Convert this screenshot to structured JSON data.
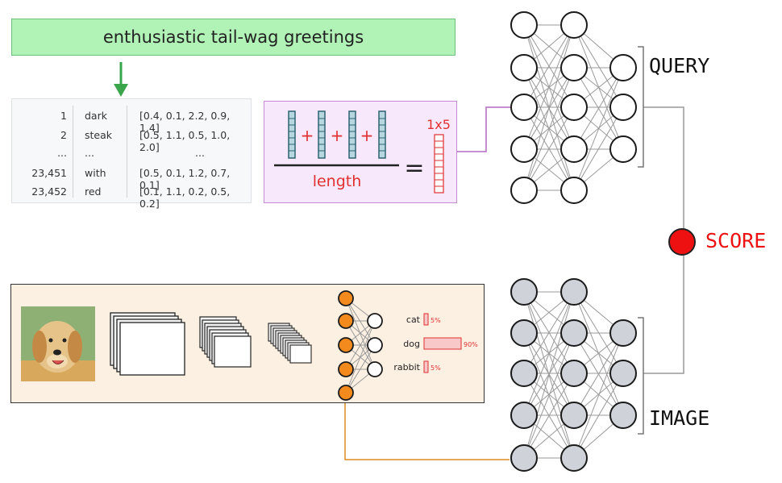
{
  "query": {
    "text": "enthusiastic tail-wag greetings"
  },
  "embedding_table": {
    "rows": [
      {
        "index": "1",
        "token": "dark",
        "vector": "[0.4, 0.1, 2.2, 0.9, 1.4]"
      },
      {
        "index": "2",
        "token": "steak",
        "vector": "[0.5, 1.1, 0.5, 1.0, 2.0]"
      },
      {
        "index": "...",
        "token": "...",
        "vector": "..."
      },
      {
        "index": "23,451",
        "token": "with",
        "vector": "[0.5, 0.1, 1.2, 0.7, 0.1]"
      },
      {
        "index": "23,452",
        "token": "red",
        "vector": "[0.1, 1.1, 0.2, 0.5, 0.2]"
      }
    ]
  },
  "pooling": {
    "plus": "+",
    "denominator": "length",
    "equals": "=",
    "result_shape": "1x5"
  },
  "classifier": {
    "classes": [
      {
        "label": "cat",
        "pct_label": "5%",
        "value": 0.05
      },
      {
        "label": "dog",
        "pct_label": "90%",
        "value": 0.9
      },
      {
        "label": "rabbit",
        "pct_label": "5%",
        "value": 0.05
      }
    ]
  },
  "towers": {
    "query_label": "QUERY",
    "image_label": "IMAGE",
    "score_label": "SCORE"
  },
  "colors": {
    "query_green": "#b1f2b6",
    "arrow_green": "#3aa54a",
    "pool_purple": "#f7e9fb",
    "accent_red": "#e03030",
    "score_red": "#ee1111",
    "cnn_bg": "#fcf0e3",
    "orange_node": "#f28a1e",
    "gray_node": "#cfd2d9"
  }
}
